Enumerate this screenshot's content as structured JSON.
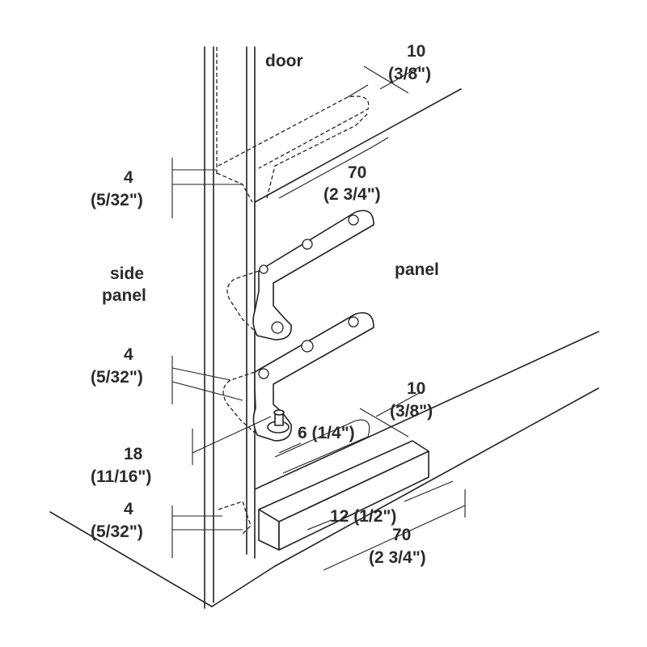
{
  "labels": {
    "door": "door",
    "panel": "panel",
    "side_panel_line1": "side",
    "side_panel_line2": "panel"
  },
  "dimensions": {
    "top_depth_mm": "10",
    "top_depth_in": "(3/8\")",
    "top_length_mm": "70",
    "top_length_in": "(2 3/4\")",
    "top_gap_mm": "4",
    "top_gap_in": "(5/32\")",
    "mid_gap_mm": "4",
    "mid_gap_in": "(5/32\")",
    "pin_offset_mm": "18",
    "pin_offset_in": "(11/16\")",
    "pin_dia": "6 (1/4\")",
    "bottom_depth_mm": "10",
    "bottom_depth_in": "(3/8\")",
    "bottom_gap_mm": "4",
    "bottom_gap_in": "(5/32\")",
    "bottom_width": "12 (1/2\")",
    "bottom_length_mm": "70",
    "bottom_length_in": "(2 3/4\")"
  }
}
